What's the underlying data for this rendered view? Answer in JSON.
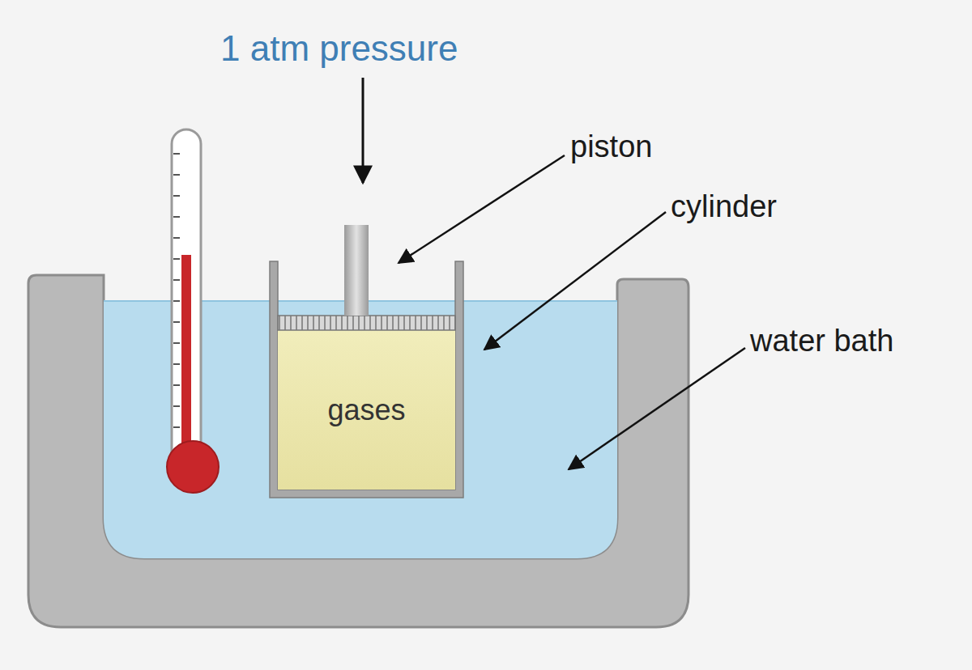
{
  "diagram": {
    "nodes": [
      {
        "text": [
          "gases"
        ]
      }
    ],
    "labels": [
      "1 atm pressure",
      "piston",
      "cylinder",
      "water bath"
    ]
  }
}
